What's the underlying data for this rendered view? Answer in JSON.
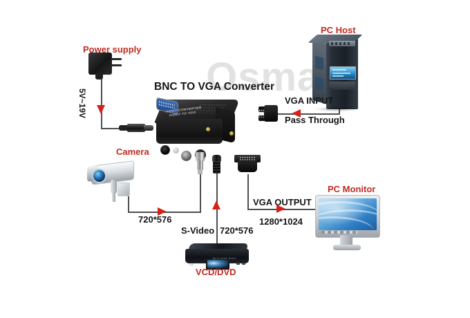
{
  "diagram": {
    "title": "BNC TO VGA Converter",
    "watermark": "Osmart",
    "background_color": "#ffffff",
    "arrow_color": "#d4221b",
    "wire_color": "#4e4e4e",
    "red_label_color": "#c02b20",
    "dark_label_color": "#141414"
  },
  "labels": {
    "power_supply": "Power supply",
    "voltage": "5V~19V",
    "title": "BNC TO VGA Converter",
    "pc_host": "PC Host",
    "vga_input": "VGA INPUT",
    "pass_through": "Pass Through",
    "camera": "Camera",
    "camera_resolution": "720*576",
    "s_video": "S-Video",
    "s_video_resolution": "720*576",
    "vga_output": "VGA OUTPUT",
    "vga_output_resolution": "1280*1024",
    "pc_monitor": "PC Monitor",
    "vcd_dvd": "VCD/DVD"
  },
  "device_print": {
    "line1": "VIDEO CONVERTER",
    "line2": "VIDEO TO VGA"
  },
  "dvd_print": {
    "brand": "LG",
    "model": "BLU-RAY DISC"
  },
  "nodes": [
    {
      "id": "power-supply",
      "label": "Power supply",
      "type": "ac-adapter"
    },
    {
      "id": "converter",
      "label": "BNC TO VGA Converter",
      "type": "converter-box"
    },
    {
      "id": "pc-host",
      "label": "PC Host",
      "type": "desktop-tower"
    },
    {
      "id": "camera",
      "label": "Camera",
      "type": "cctv-camera"
    },
    {
      "id": "vcd-dvd",
      "label": "VCD/DVD",
      "type": "disc-player"
    },
    {
      "id": "pc-monitor",
      "label": "PC Monitor",
      "type": "lcd-monitor"
    }
  ],
  "connections": [
    {
      "from": "power-supply",
      "to": "converter",
      "label": "5V~19V",
      "direction": "down"
    },
    {
      "from": "pc-host",
      "to": "converter",
      "label": "VGA INPUT",
      "sublabel": "Pass Through",
      "direction": "left"
    },
    {
      "from": "camera",
      "to": "converter",
      "label": "720*576",
      "direction": "right"
    },
    {
      "from": "vcd-dvd",
      "to": "converter",
      "label": "S-Video 720*576",
      "direction": "up"
    },
    {
      "from": "converter",
      "to": "pc-monitor",
      "label": "VGA OUTPUT",
      "sublabel": "1280*1024",
      "direction": "right"
    }
  ]
}
